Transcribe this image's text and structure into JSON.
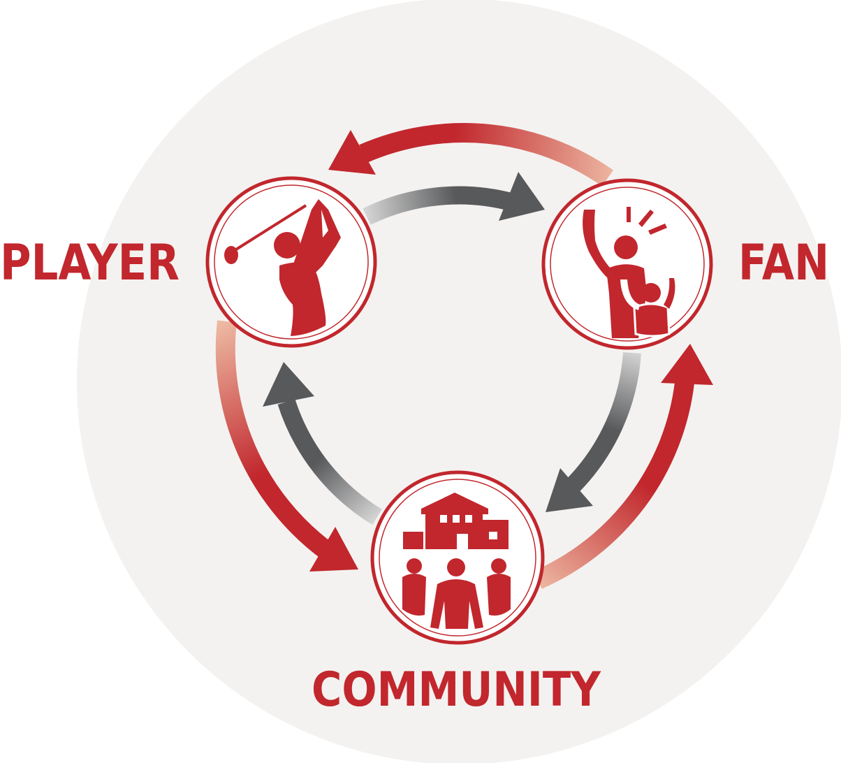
{
  "labels": {
    "player": "PLAYER",
    "fan": "FAN",
    "community": "COMMUNITY"
  },
  "nodes": [
    {
      "id": "player",
      "icon": "golfer-icon"
    },
    {
      "id": "fan",
      "icon": "cheering-fans-icon"
    },
    {
      "id": "community",
      "icon": "community-icon"
    }
  ],
  "colors": {
    "accent": "#c1272d",
    "accent_light": "#edb8a2",
    "dark_arrow": "#58595b",
    "light_arrow": "#d4d4d4",
    "background_circle": "#f4f2f0",
    "node_fill": "#ffffff"
  }
}
